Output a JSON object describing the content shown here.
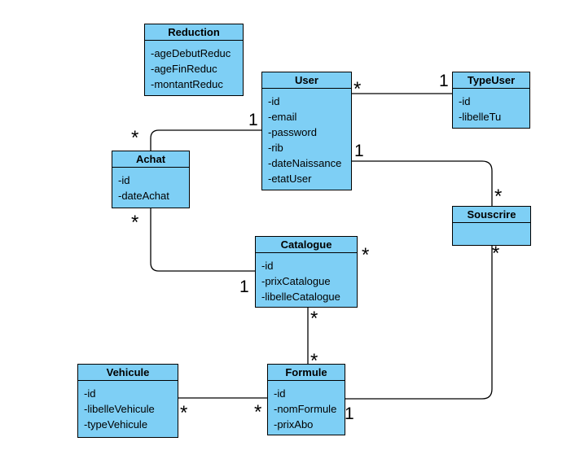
{
  "classes": {
    "reduction": {
      "name": "Reduction",
      "attributes": [
        "-ageDebutReduc",
        "-ageFinReduc",
        "-montantReduc"
      ]
    },
    "user": {
      "name": "User",
      "attributes": [
        "-id",
        "-email",
        "-password",
        "-rib",
        "-dateNaissance",
        "-etatUser"
      ]
    },
    "typeuser": {
      "name": "TypeUser",
      "attributes": [
        "-id",
        "-libelleTu"
      ]
    },
    "achat": {
      "name": "Achat",
      "attributes": [
        "-id",
        "-dateAchat"
      ]
    },
    "souscrire": {
      "name": "Souscrire",
      "attributes": []
    },
    "catalogue": {
      "name": "Catalogue",
      "attributes": [
        "-id",
        "-prixCatalogue",
        "-libelleCatalogue"
      ]
    },
    "vehicule": {
      "name": "Vehicule",
      "attributes": [
        "-id",
        "-libelleVehicule",
        "-typeVehicule"
      ]
    },
    "formule": {
      "name": "Formule",
      "attributes": [
        "-id",
        "-nomFormule",
        "-prixAbo"
      ]
    }
  },
  "multiplicities": {
    "user_typeuser_user_end": "*",
    "user_typeuser_type_end": "1",
    "achat_user_achat_end": "*",
    "achat_user_user_end": "1",
    "user_souscrire_user_end": "1",
    "user_souscrire_souscrire_end": "*",
    "achat_catalogue_achat_end": "*",
    "achat_catalogue_catalogue_end": "1",
    "catalogue_right": "*",
    "catalogue_formule_catalogue_end": "*",
    "catalogue_formule_formule_end": "*",
    "souscrire_formule_souscrire_end": "*",
    "souscrire_formule_formule_end": "1",
    "vehicule_formule_vehicule_end": "*",
    "vehicule_formule_formule_end": "*"
  },
  "colors": {
    "class_fill": "#7ecff5",
    "stroke": "#000000"
  }
}
